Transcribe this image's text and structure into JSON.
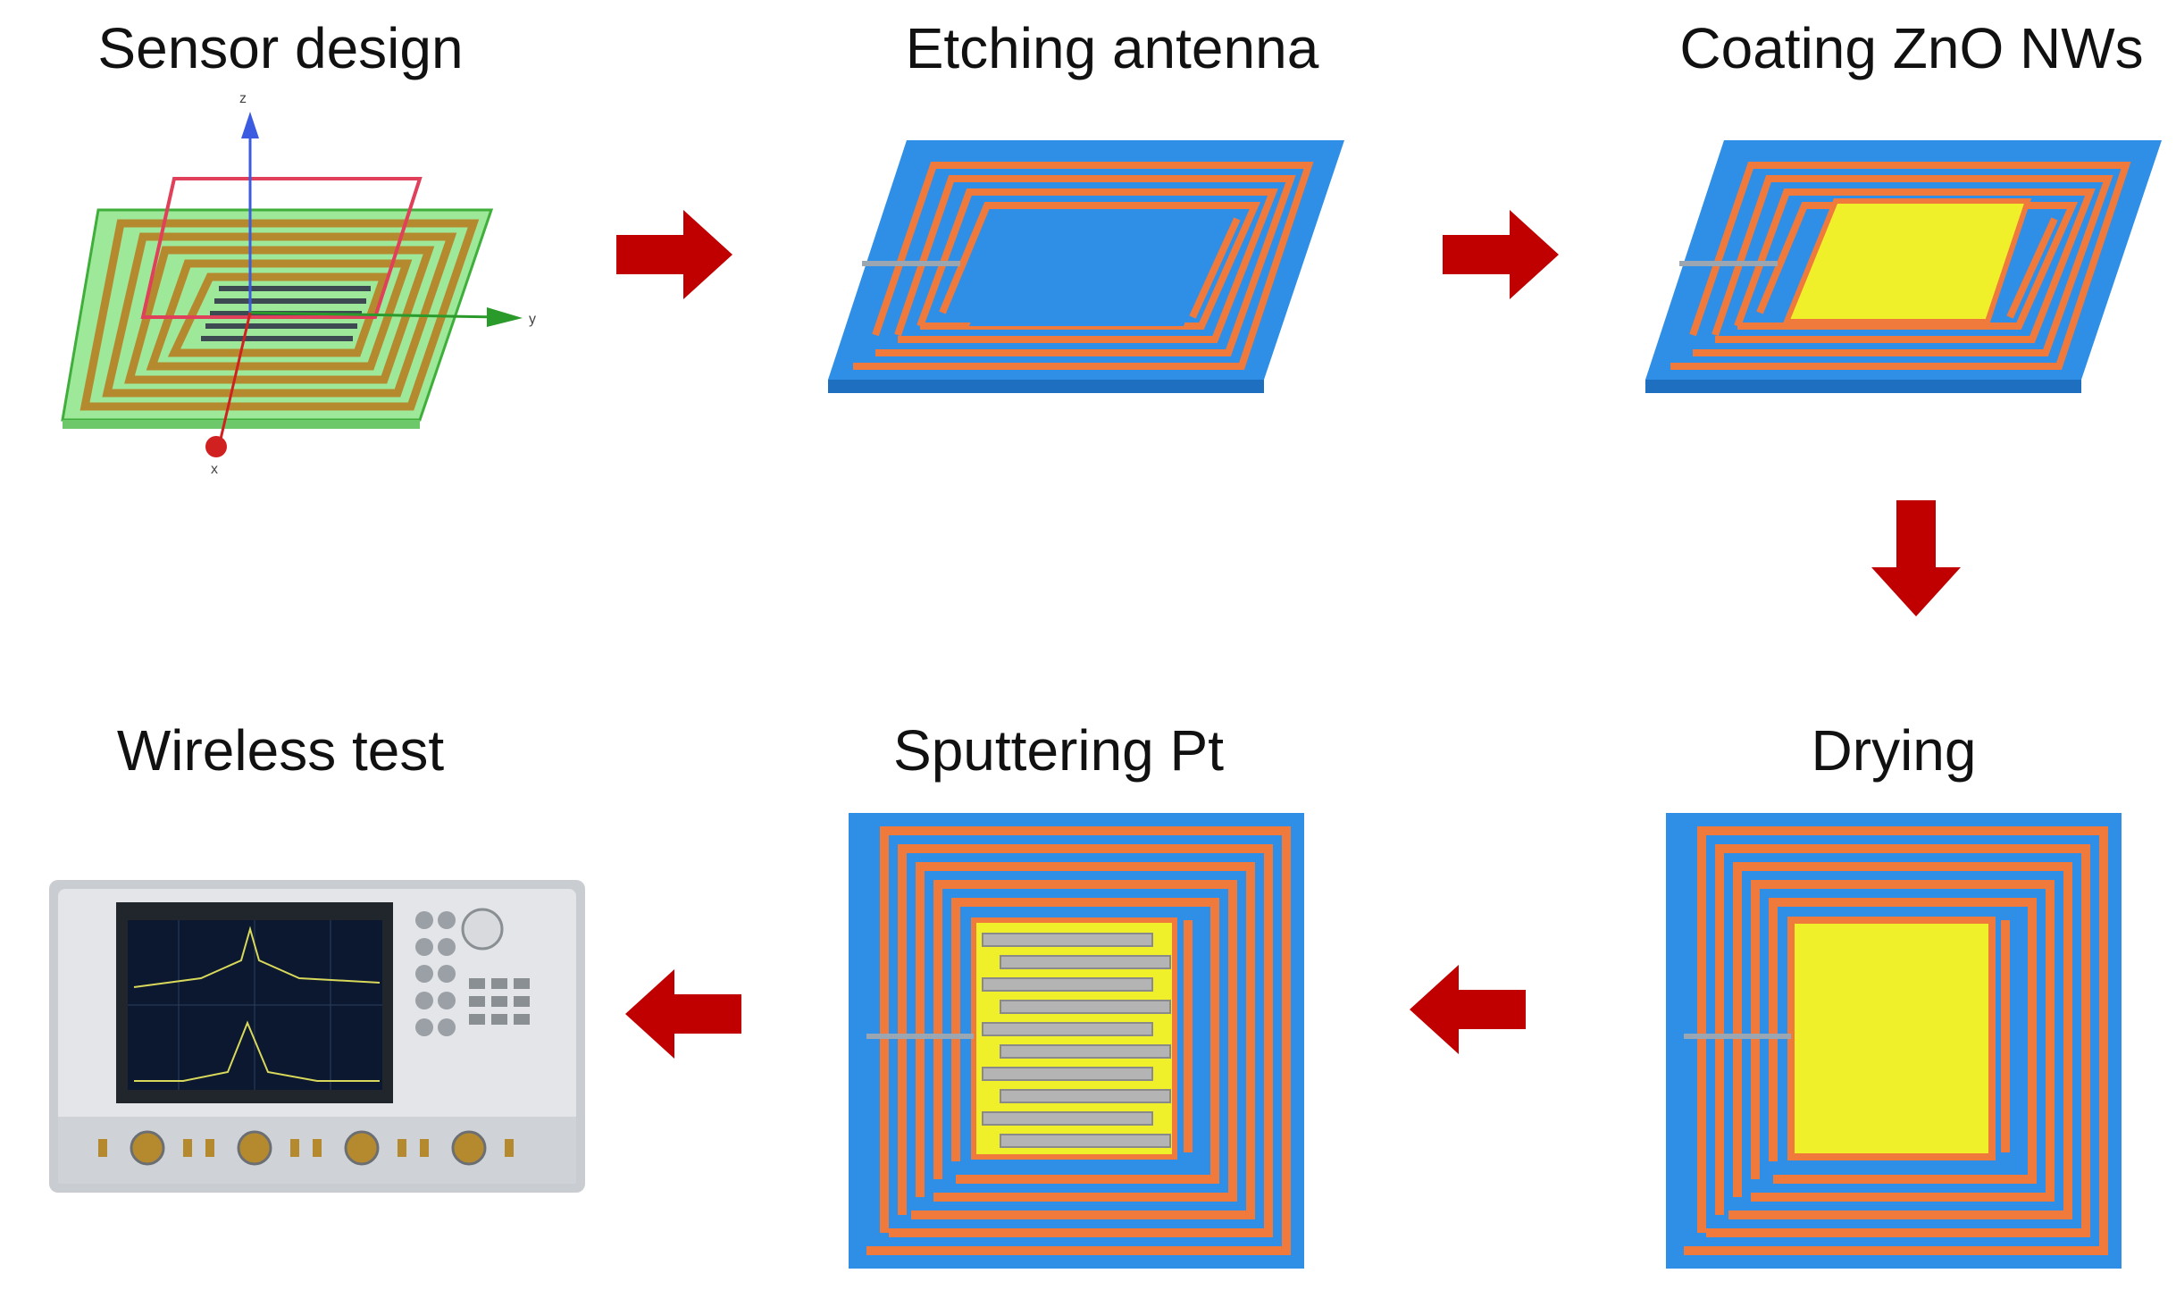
{
  "steps": {
    "sensor_design": "Sensor design",
    "etching_antenna": "Etching antenna",
    "coating_zno": "Coating ZnO NWs",
    "drying": "Drying",
    "sputtering_pt": "Sputtering Pt",
    "wireless_test": "Wireless test"
  },
  "axes": {
    "z": "z",
    "y": "y",
    "x": "x"
  },
  "colors": {
    "substrate": "#2f8fe6",
    "antenna": "#f07a3c",
    "zno": "#f0f02a",
    "pt_electrode": "#b4b4b4",
    "arrow": "#c00000",
    "design_board": "#9ee89a",
    "design_frame": "#e0405a"
  },
  "icons": [
    "right-arrow-icon",
    "down-arrow-icon",
    "left-arrow-icon"
  ]
}
